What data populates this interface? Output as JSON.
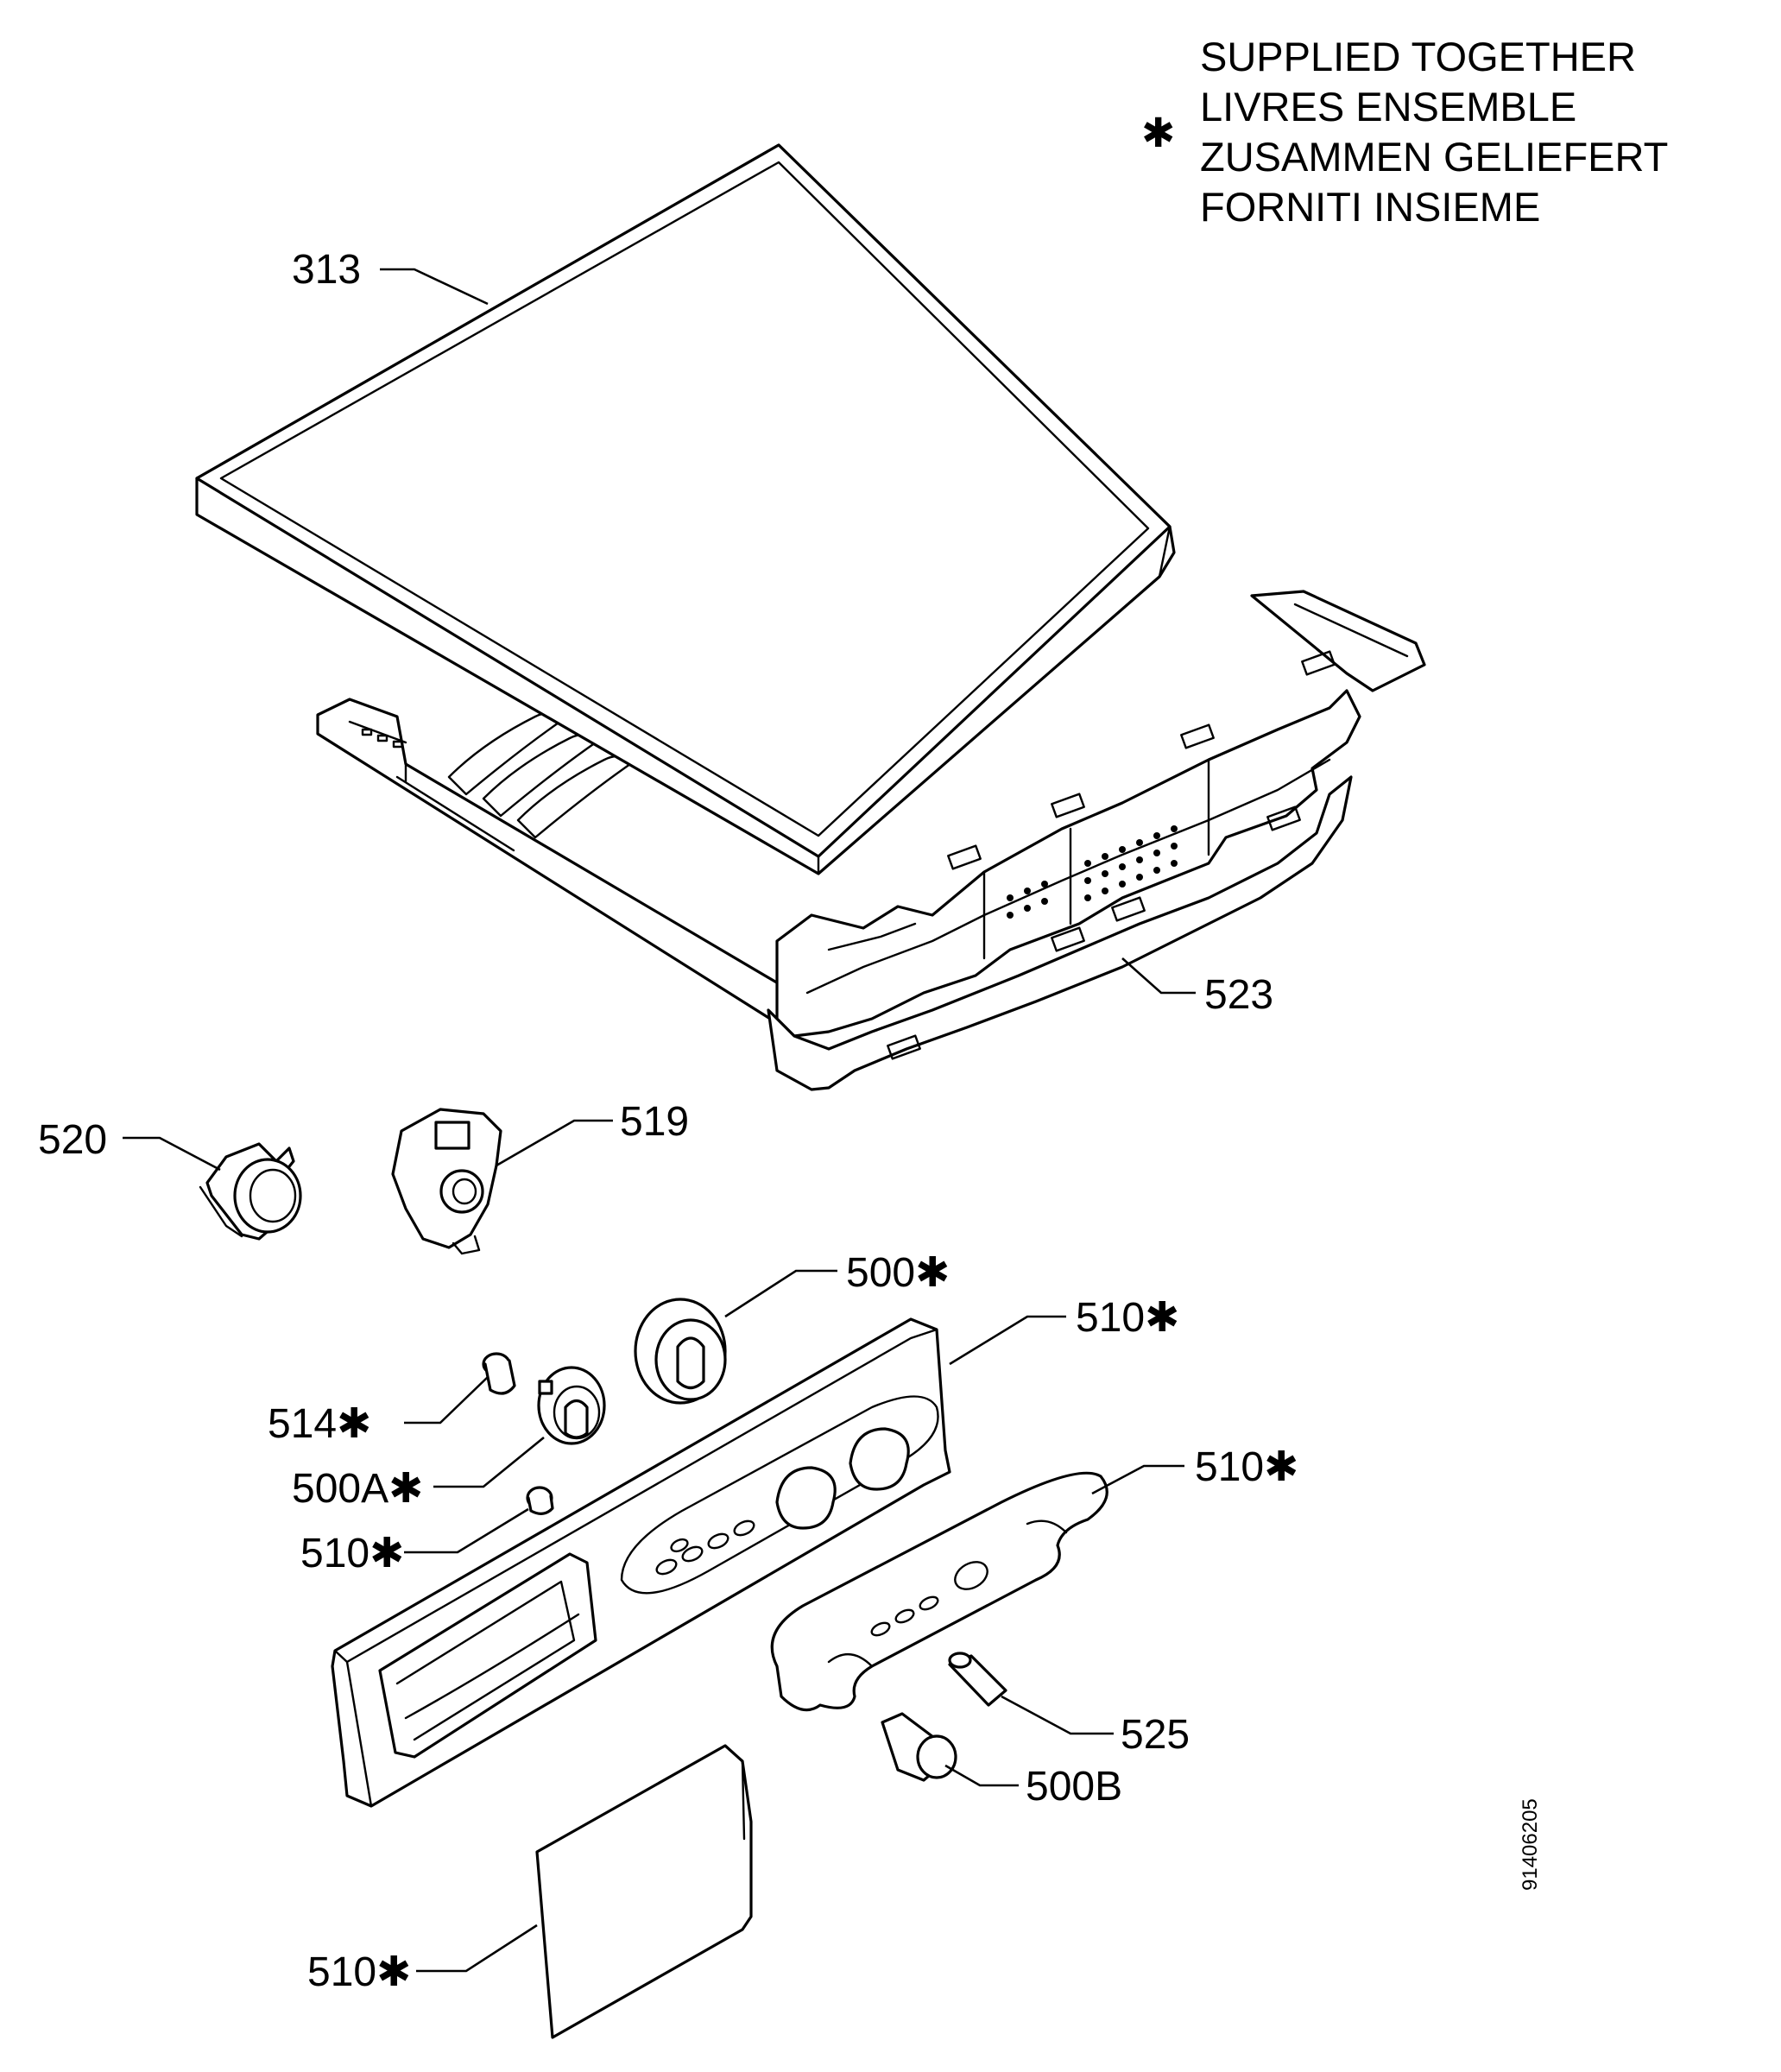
{
  "legend": {
    "star": "✱",
    "lines": [
      "SUPPLIED TOGETHER",
      "LIVRES ENSEMBLE",
      "ZUSAMMEN GELIEFERT",
      "FORNITI INSIEME"
    ]
  },
  "labels": {
    "p313": "313",
    "p523": "523",
    "p520": "520",
    "p519": "519",
    "p500": "500✱",
    "p510_panel": "510✱",
    "p514": "514✱",
    "p500a": "500A✱",
    "p510_small": "510✱",
    "p510_plate": "510✱",
    "p525": "525",
    "p500b": "500B",
    "p510_door": "510✱"
  },
  "drawing_code": "91406205"
}
